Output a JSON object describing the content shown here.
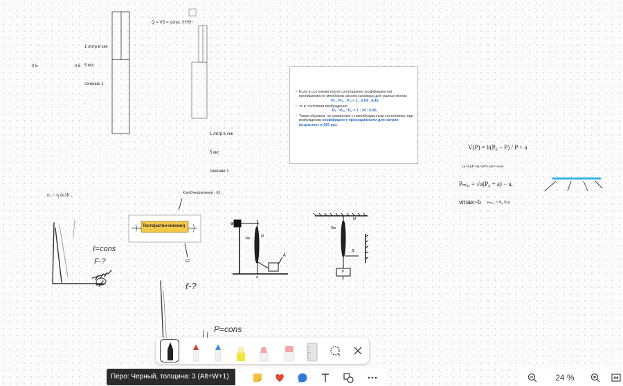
{
  "canvas": {
    "top_left_note": {
      "lines": [
        "1 литр в сек",
        "5 м/с",
        "сечение 1",
        "."
      ]
    },
    "left_value_a": "0.5",
    "left_value_b": "0.5",
    "top_formula": "Q = VS = const. !!!!!!!!!",
    "mid_note": {
      "lines": [
        "1 литр в сек",
        "5 м/с",
        "сечение 1"
      ]
    },
    "slide": {
      "bullet1": "Если в состоянии покоя соотношение коэффициентов проницаемости мембраны аксона кальмара для разных ионов:",
      "eq1": "Pₖ : Pₙₐ : P꜀ₗ = 1 : 0,04 : 0,45",
      "bullet2": "то в состоянии возбуждения",
      "eq2": "Pₖ : Pₙₐ : P꜀ₗ = 1 : 20 : 0,45,",
      "bullet3_pre": "Таким образом, по сравнению с невозбужденным состоянием, при возбуждении ",
      "bullet3_hl": "коэффициент проницаемости для натрия возрастает в 500 раз."
    },
    "formula_vp": "V(P) = b(P₀ − P) / P + a",
    "formula_hill": "(a+b)(P+a)=(P0+a)b=const",
    "formula_pmax": "Pₘₐₓ = √a(P₀ + a) − a,",
    "formula_vmax_label": "vmax~b",
    "formula_vmax": "vₘₐₓ = P₀ b/a",
    "formula_sigma": "σₓ = η dε/dt ,",
    "cell_label": "КлетОчка(резинка) - Е1",
    "model_text": "Тесто(актин-миозин)",
    "e2_label": "E2",
    "fig_a": {
      "phi": "Ф",
      "em": "Эм",
      "m": "M",
      "dr": "Дᵣ",
      "caption": "а"
    },
    "fig_b": {
      "em": "Эм",
      "m": "M",
      "d": "Д",
      "p": "P",
      "caption": "б"
    },
    "hand_lcons": "ℓ=cons",
    "hand_fq": "F-?",
    "hand_lq": "ℓ-?",
    "hand_pcons": "P=cons"
  },
  "pen_tray": {
    "tools": [
      "black-pen",
      "red-pen",
      "blue-pen",
      "yellow-highlighter",
      "pink-highlighter",
      "eraser",
      "ruler",
      "lasso"
    ],
    "selected": "black-pen",
    "close_icon": "close-icon"
  },
  "tooltip": "Перо: Черный, толщина: 3 (Alt+W+1)",
  "bottom_tools": [
    "sticky-note-icon",
    "heart-icon",
    "comment-icon",
    "text-icon",
    "shapes-icon",
    "more-icon"
  ],
  "zoom": {
    "value": "24 %",
    "zoom_out_icon": "zoom-out-icon",
    "zoom_in_icon": "zoom-in-icon",
    "fit_icon": "fit-to-screen-icon"
  },
  "colors": {
    "accent": "#2f70c7",
    "model_fill": "#f4c84a",
    "cyan_bar": "#35b3e6",
    "pen_red": "#d43a32",
    "pen_blue": "#3a8fd6",
    "pen_yellow": "#f2e63a",
    "pen_pink": "#f2a6a6"
  }
}
